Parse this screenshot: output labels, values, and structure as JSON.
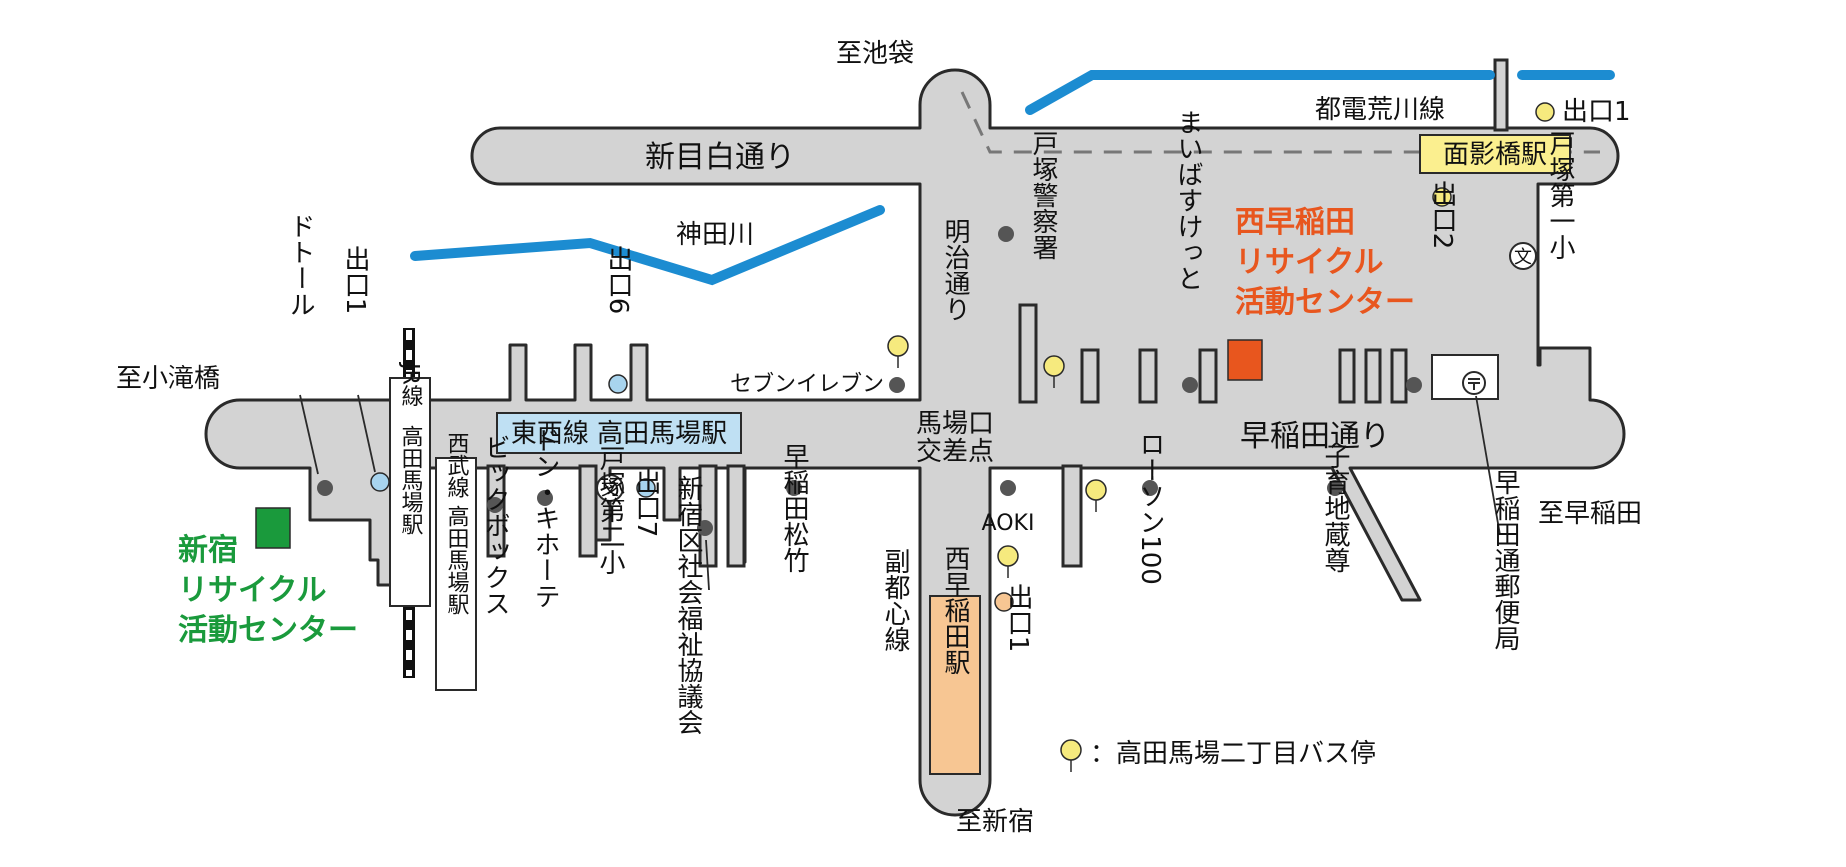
{
  "roads": {
    "shinmejiro": "新目白通り",
    "meiji": "明治通り",
    "waseda": "早稲田通り",
    "intersection_1": "馬場口",
    "intersection_2": "交差点"
  },
  "rivers": {
    "kanda": "神田川"
  },
  "railways": {
    "toden": "都電荒川線",
    "jr": "JR線",
    "jr_station": "高田馬場駅",
    "seibu": "西武線",
    "seibu_station": "高田馬場駅",
    "fukutoshin": "副都心線"
  },
  "stations": {
    "omokagebashi": "面影橋駅",
    "tozai": "東西線 高田馬場駅",
    "nishiwaseda": "西早稲田駅"
  },
  "directions": {
    "ikebukuro": "至池袋",
    "kotakibashi": "至小滝橋",
    "shinjuku": "至新宿",
    "waseda": "至早稲田"
  },
  "exits": {
    "toden_exit1": "出口1",
    "toden_exit2": "出口2",
    "tozai_exit6": "出口6",
    "tozai_exit1": "出口1",
    "tozai_exit7": "出口7",
    "nishiwaseda_exit1": "出口1"
  },
  "landmarks": {
    "police": "戸塚警察署",
    "maibasuketto": "まいばすけっと",
    "seven_eleven": "セブンイレブン",
    "totsuka_daiichi": "戸塚第一小",
    "doutor": "ドトール",
    "bic_box": "ビックボックス",
    "donki": "ドン・キホーテ",
    "totsuka_daini": "戸塚第二小",
    "shakyo": "新宿区社会福祉協議会",
    "matsutake": "早稲田松竹",
    "aoki": "AOKI",
    "lawson": "ローソン100",
    "jizo": "子育地蔵尊",
    "post_office": "早稲田通郵便局"
  },
  "centers": {
    "nishiwaseda_line1": "西早稲田",
    "nishiwaseda_line2": "リサイクル",
    "nishiwaseda_line3": "活動センター",
    "shinjuku_line1": "新宿",
    "shinjuku_line2": "リサイクル",
    "shinjuku_line3": "活動センター"
  },
  "legend": {
    "bus_stop": "：高田馬場二丁目バス停"
  },
  "colors": {
    "road": "#d3d3d3",
    "road_edge": "#2a2a2a",
    "river": "#1c8cd1",
    "nishiwaseda_center": "#e8561e",
    "shinjuku_center": "#1a9a3c",
    "toden_station_bg": "#fbef8f",
    "tozai_station_bg": "#bfe0f3",
    "nishiwaseda_station_bg": "#f7c693",
    "bus_stop": "#f6ea7e",
    "exit_blue": "#a8d4ee",
    "exit_orange": "#f7c693",
    "landmark_dot": "#555555"
  },
  "icons": {
    "school": "school-icon",
    "post_office": "post-office-icon",
    "bus_stop": "bus-stop-icon",
    "landmark": "landmark-dot-icon"
  }
}
